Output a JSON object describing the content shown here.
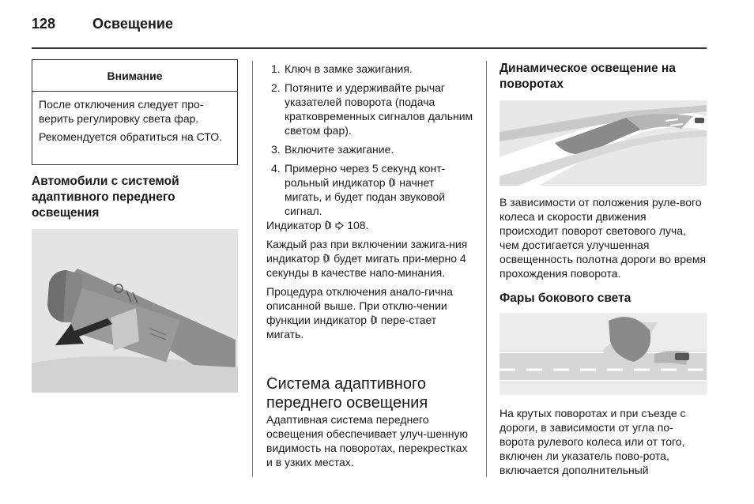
{
  "header": {
    "page_number": "128",
    "title": "Освещение"
  },
  "warning": {
    "title": "Внимание",
    "paragraphs": [
      "После отключения следует про-верить регулировку света фар.",
      "Рекомендуется обратиться на СТО."
    ]
  },
  "col1": {
    "heading": "Автомобили с системой адаптивного переднего освещения"
  },
  "steps": [
    {
      "num": "1.",
      "text": "Ключ в замке зажигания."
    },
    {
      "num": "2.",
      "text": "Потяните и удерживайте рычаг указателей поворота (подача кратковременных сигналов дальним светом фар)."
    },
    {
      "num": "3.",
      "text": "Включите зажигание."
    },
    {
      "num": "4.",
      "text_before": "Примерно через 5 секунд конт-рольный индикатор",
      "text_after": "начнет мигать, и будет подан звуковой сигнал."
    }
  ],
  "col2": {
    "indicator_before": "Индикатор",
    "indicator_ref": "108.",
    "p_each_before": "Каждый раз при включении зажига-ния индикатор",
    "p_each_after": "будет мигать при-мерно 4 секунды в качестве напо-минания.",
    "p_proc_before": "Процедура отключения анало-гична описанной выше. При отклю-чении функции индикатор",
    "p_proc_after": "пере-стает мигать.",
    "big_heading": "Система адаптивного переднего освещения",
    "p_adaptive": "Адаптивная система переднего освещения обеспечивает улуч-шенную видимость на поворотах, перекрестках и в узких местах."
  },
  "col3": {
    "heading_dynamic": "Динамическое освещение на поворотах",
    "p_dynamic": "В зависимости от положения руле-вого колеса и скорости движения происходит поворот светового луча, чем достигается улучшенная освещенность полотна дороги во время прохождения поворота.",
    "heading_side": "Фары бокового света",
    "p_side": "На крутых поворотах и при съезде с дороги, в зависимости от угла по-ворота рулевого колеса или от того, включен ли указатель пово-рота, включается дополнительный"
  },
  "icons": {
    "indicator": "headlight-leveling-indicator-icon",
    "reference": "page-reference-arrow-icon"
  },
  "colors": {
    "text": "#1a1a1a",
    "rule": "#333333",
    "figure_bg": "#e6e6e6"
  }
}
